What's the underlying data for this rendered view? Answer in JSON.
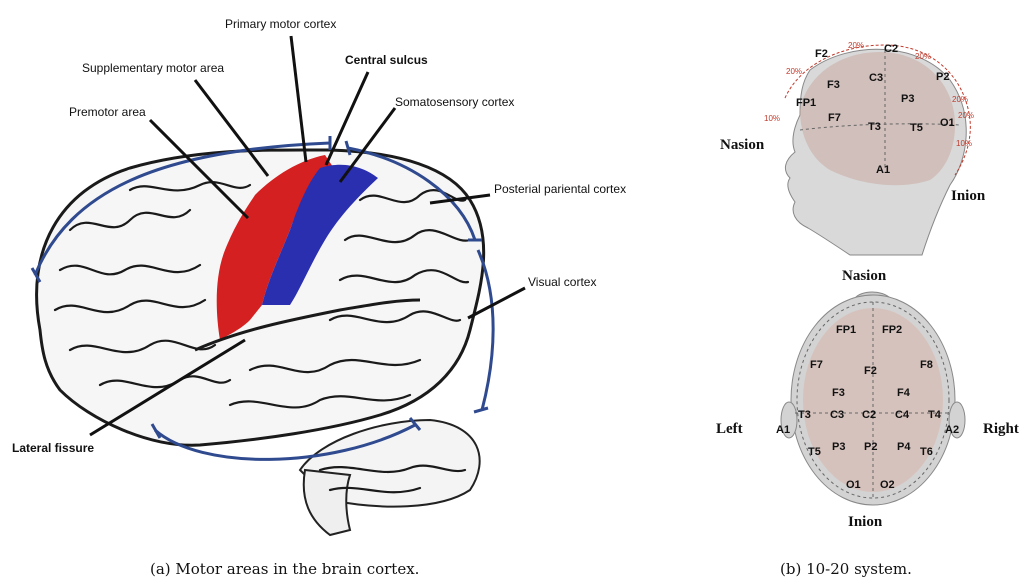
{
  "panel_a": {
    "labels": {
      "primary_motor": "Primary motor cortex",
      "supplementary_motor": "Supplementary motor area",
      "central_sulcus": "Central sulcus",
      "premotor": "Premotor area",
      "somatosensory": "Somatosensory cortex",
      "posterior_parietal": "Posterial pariental cortex",
      "visual": "Visual cortex",
      "lateral_fissure": "Lateral fissure"
    },
    "caption": "(a) Motor areas in the brain cortex.",
    "colors": {
      "motor": "#d42020",
      "sensory": "#2a2fb0",
      "bracket": "#2f4a8f"
    }
  },
  "panel_b": {
    "side": {
      "nasion": "Nasion",
      "inion": "Inion",
      "electrodes": [
        "F2",
        "C2",
        "P2",
        "F3",
        "C3",
        "P3",
        "FP1",
        "F7",
        "T3",
        "T5",
        "O1",
        "A1"
      ],
      "percents": [
        "20%",
        "20%",
        "20%",
        "20%",
        "10%",
        "20%",
        "10%"
      ]
    },
    "top": {
      "nasion": "Nasion",
      "inion": "Inion",
      "left": "Left",
      "right": "Right",
      "electrodes": [
        "FP1",
        "FP2",
        "F7",
        "F8",
        "F2",
        "F3",
        "F4",
        "T3",
        "C3",
        "C2",
        "C4",
        "T4",
        "A1",
        "A2",
        "T5",
        "P3",
        "P2",
        "P4",
        "T6",
        "O1",
        "O2"
      ]
    },
    "caption": "(b) 10-20 system."
  }
}
